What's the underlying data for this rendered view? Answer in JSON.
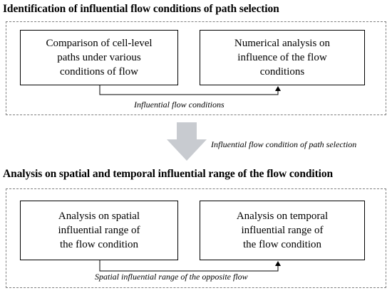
{
  "section1": {
    "title": "Identification of influential  flow conditions of path selection",
    "box_left": {
      "line1": "Comparison of cell-level",
      "line2": "paths under various",
      "line3": "conditions of flow"
    },
    "box_right": {
      "line1": "Numerical analysis on",
      "line2": "influence of the flow",
      "line3": "conditions"
    },
    "connector_label": "Influential flow conditions"
  },
  "transition_label": "Influential flow condition of path selection",
  "section2": {
    "title": "Analysis on spatial and temporal influential range of the flow condition",
    "box_left": {
      "line1": "Analysis on spatial",
      "line2": "influential range of",
      "line3": "the flow condition"
    },
    "box_right": {
      "line1": "Analysis on temporal",
      "line2": "influential range of",
      "line3": "the flow condition"
    },
    "connector_label": "Spatial influential range of the opposite flow"
  },
  "colors": {
    "frame": "#7f7f7f",
    "arrow_fill": "#c8cbd0",
    "line": "#000000"
  }
}
